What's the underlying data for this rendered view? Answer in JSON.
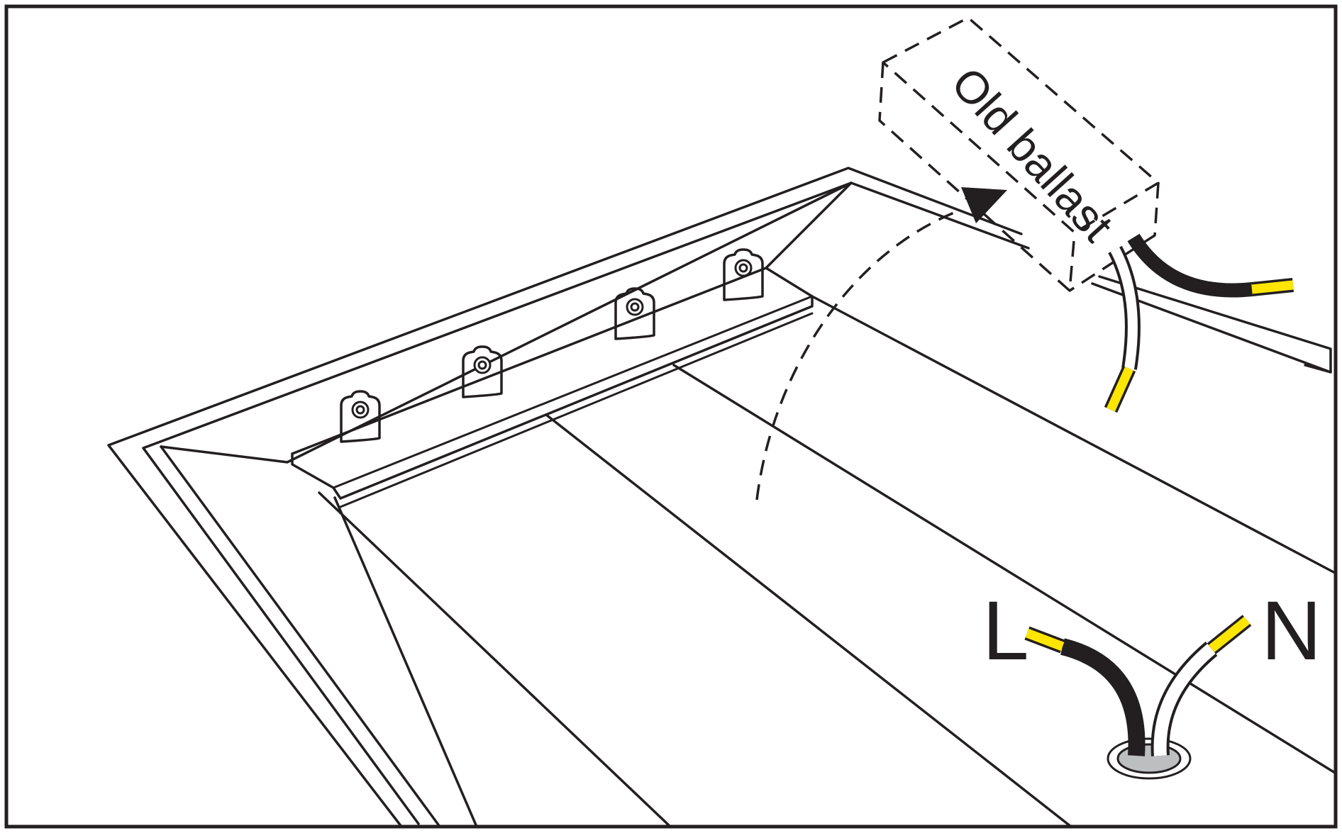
{
  "labels": {
    "old_ballast": "Old ballast",
    "live": "L",
    "neutral": "N"
  },
  "colors": {
    "line": "#231f20",
    "wire_tip": "#ffe600",
    "grommet": "#bcbec0",
    "background": "#ffffff"
  },
  "icons": [
    "tombstone-socket-icon",
    "arrow-icon",
    "wire-icon",
    "grommet-icon"
  ]
}
